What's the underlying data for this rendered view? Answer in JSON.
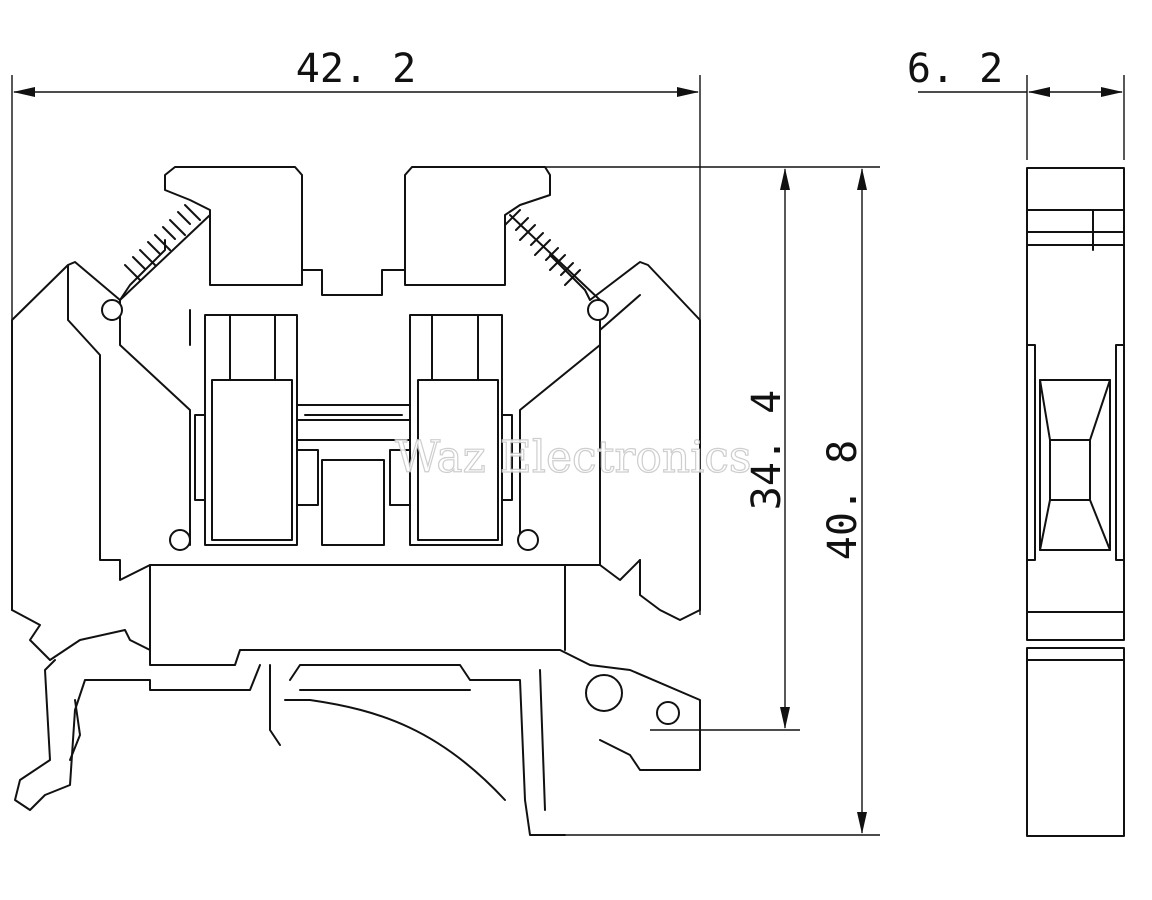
{
  "dimensions": {
    "width_label": "42. 2",
    "thickness_label": "6. 2",
    "inner_height_label": "34. 4",
    "total_height_label": "40. 8"
  },
  "watermark": "Waz Electronics"
}
